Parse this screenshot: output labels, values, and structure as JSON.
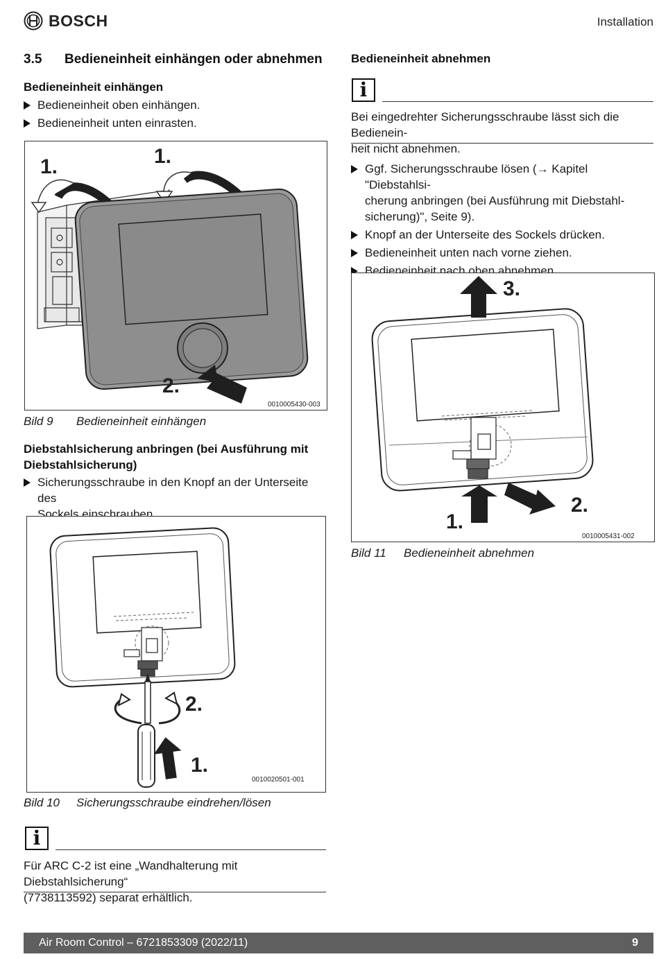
{
  "header": {
    "brand": "BOSCH",
    "section": "Installation"
  },
  "section": {
    "number": "3.5",
    "title": "Bedieneinheit einhängen oder abnehmen"
  },
  "mount": {
    "heading": "Bedieneinheit einhängen",
    "steps": [
      "Bedieneinheit oben einhängen.",
      "Bedieneinheit unten einrasten."
    ]
  },
  "figure9": {
    "code": "0010005430-003",
    "labels": [
      "1.",
      "1.",
      "2."
    ],
    "caption_num": "Bild 9",
    "caption_text": "Bedieneinheit einhängen"
  },
  "theft": {
    "heading_line1": "Diebstahlsicherung anbringen (bei Ausführung mit",
    "heading_line2": "Diebstahlsicherung)",
    "step_line1": "Sicherungsschraube in den Knopf an der Unterseite des",
    "step_line2": "Sockels einschrauben."
  },
  "figure10": {
    "code": "0010020501-001",
    "labels": [
      "2.",
      "1."
    ],
    "caption_num": "Bild 10",
    "caption_text": "Sicherungsschraube eindrehen/lösen"
  },
  "info_left": {
    "icon": "i",
    "line1": "Für ARC C-2 ist eine „Wandhalterung mit Diebstahlsicherung“",
    "line2": "(7738113592) separat erhältlich."
  },
  "remove": {
    "heading": "Bedieneinheit abnehmen",
    "info_icon": "i",
    "info_line1": "Bei eingedrehter Sicherungsschraube lässt sich die Bedienein-",
    "info_line2": "heit nicht abnehmen.",
    "step1_line1": "Ggf. Sicherungsschraube lösen (→ Kapitel  \"Diebstahlsi-",
    "step1_line2": "cherung anbringen (bei Ausführung mit Diebstahl-",
    "step1_line3": "sicherung)\", Seite 9).",
    "step2": "Knopf an der Unterseite des Sockels drücken.",
    "step3": "Bedieneinheit unten nach vorne ziehen.",
    "step4": "Bedieneinheit nach oben abnehmen."
  },
  "figure11": {
    "code": "0010005431-002",
    "labels": [
      "3.",
      "2.",
      "1."
    ],
    "caption_num": "Bild 11",
    "caption_text": "Bedieneinheit abnehmen"
  },
  "footer": {
    "doc": "Air Room Control – 6721853309 (2022/11)",
    "page": "9"
  }
}
